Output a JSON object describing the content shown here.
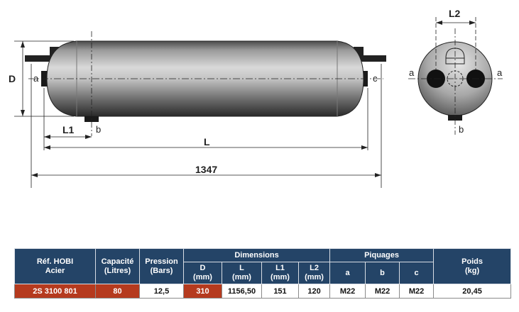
{
  "drawing": {
    "dim_D": "D",
    "dim_L1": "L1",
    "dim_L": "L",
    "dim_total": "1347",
    "dim_L2": "L2",
    "port_a": "a",
    "port_b": "b",
    "port_c": "c"
  },
  "table": {
    "header": {
      "ref": [
        "Réf. HOBI",
        "Acier"
      ],
      "capacity": [
        "Capacité",
        "(Litres)"
      ],
      "pressure": [
        "Pression",
        "(Bars)"
      ],
      "dimensions": "Dimensions",
      "piquages": "Piquages",
      "weight": [
        "Poids",
        "(kg)"
      ],
      "dim_cols": [
        [
          "D",
          "(mm)"
        ],
        [
          "L",
          "(mm)"
        ],
        [
          "L1",
          "(mm)"
        ],
        [
          "L2",
          "(mm)"
        ]
      ],
      "piq_cols": [
        "a",
        "b",
        "c"
      ]
    },
    "row": {
      "ref": "2S 3100 801",
      "capacity": "80",
      "pressure": "12,5",
      "D": "310",
      "L": "1156,50",
      "L1": "151",
      "L2": "120",
      "a": "M22",
      "b": "M22",
      "c": "M22",
      "weight": "20,45"
    }
  }
}
